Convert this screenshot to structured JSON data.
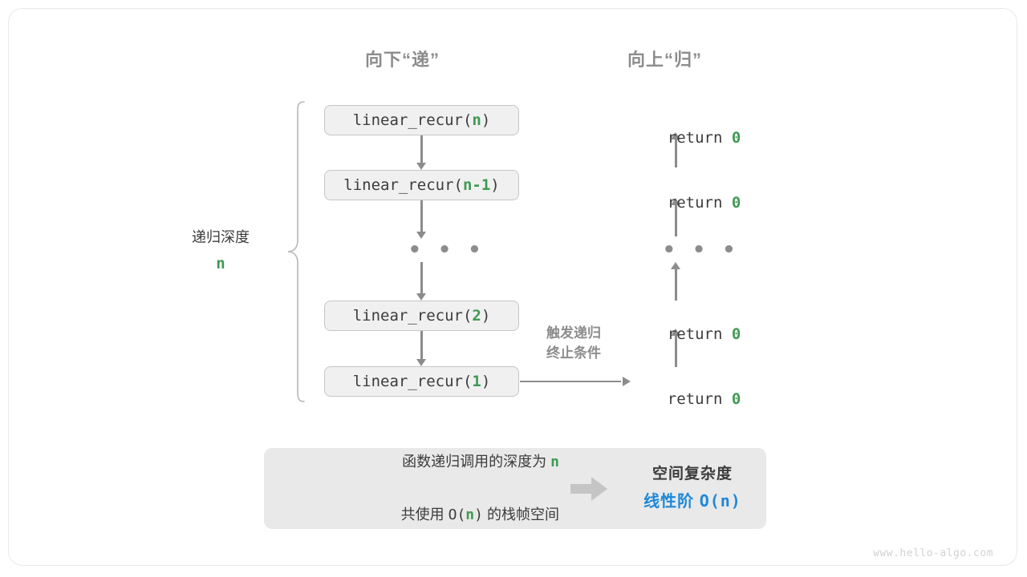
{
  "headers": {
    "down": "向下“递”",
    "up": "向上“归”"
  },
  "depth": {
    "label": "递归深度",
    "value": "n"
  },
  "calls": [
    {
      "prefix": "linear_recur(",
      "arg": "n",
      "suffix": ")"
    },
    {
      "prefix": "linear_recur(",
      "arg": "n-1",
      "suffix": ")"
    },
    {
      "prefix": "linear_recur(",
      "arg": "2",
      "suffix": ")"
    },
    {
      "prefix": "linear_recur(",
      "arg": "1",
      "suffix": ")"
    }
  ],
  "returns": [
    {
      "keyword": "return ",
      "value": "0"
    },
    {
      "keyword": "return ",
      "value": "0"
    },
    {
      "keyword": "return ",
      "value": "0"
    },
    {
      "keyword": "return ",
      "value": "0"
    }
  ],
  "ellipsis": "• • •",
  "terminate": {
    "line1": "触发递归",
    "line2": "终止条件"
  },
  "summary": {
    "line1_a": "函数递归调用的深度为 ",
    "line1_n": "n",
    "line2_a": "共使用 ",
    "line2_o": "O(",
    "line2_n": "n",
    "line2_c": ")",
    "line2_b": " 的栈帧空间",
    "title": "空间复杂度",
    "value_label": "线性阶 ",
    "value_notation": "O(n)"
  },
  "watermark": "www.hello-algo.com",
  "colors": {
    "green": "#3f9a52",
    "blue": "#1e88d8",
    "gray_text": "#3c3c3c",
    "gray_muted": "#8c8c8c",
    "box_fill": "#f0f0f0",
    "box_border": "#c6c6c6",
    "summary_fill": "#e9e9e9",
    "arrow_fill": "#c5c5c5",
    "watermark": "#d2d2d2"
  }
}
